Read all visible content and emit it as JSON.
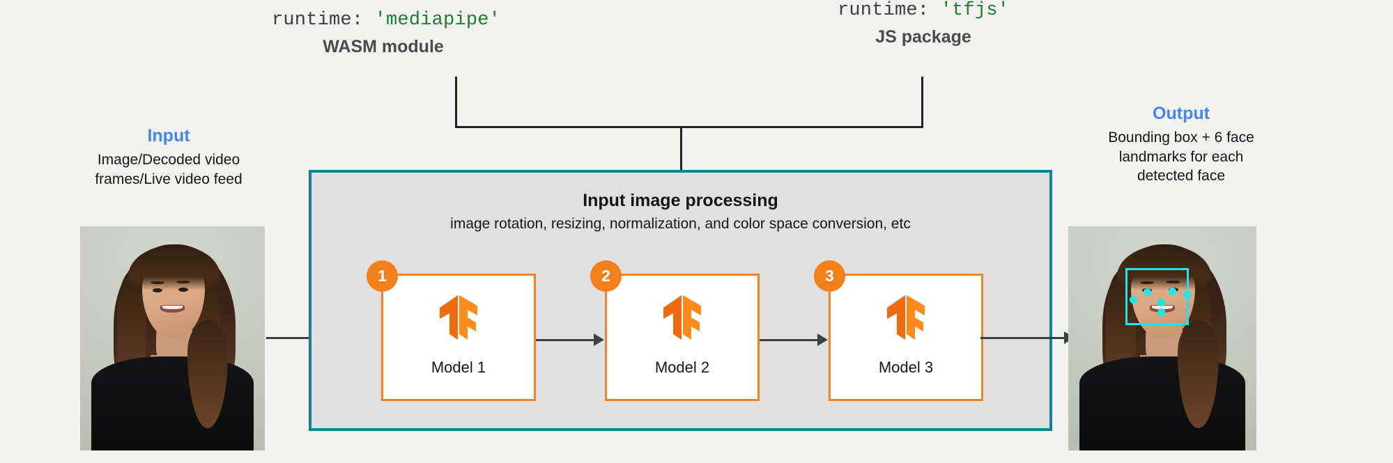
{
  "diagram": {
    "background_color": "#f2f2f1",
    "accent_teal": "#0f8295",
    "accent_orange": "#f58220",
    "accent_blue": "#4285f4",
    "code_green": "#1e7d32"
  },
  "runtimes": [
    {
      "code_prefix": "runtime: ",
      "code_value": "'mediapipe'",
      "label": "WASM module"
    },
    {
      "code_prefix": "runtime: ",
      "code_value": "'tfjs'",
      "label": "JS package"
    }
  ],
  "input": {
    "title": "Input",
    "description_line1": "Image/Decoded video",
    "description_line2": "frames/Live video feed",
    "photo_alt": "portrait-photo-input"
  },
  "output": {
    "title": "Output",
    "description_line1": "Bounding box + 6 face",
    "description_line2": "landmarks for each",
    "description_line3": "detected face",
    "photo_alt": "portrait-photo-output-with-detection",
    "bounding_box_color": "#22e3e8",
    "landmark_count": 6
  },
  "panel": {
    "title": "Input image processing",
    "subtitle": "image rotation, resizing, normalization, and color space conversion, etc"
  },
  "models": [
    {
      "badge": "1",
      "label": "Model 1",
      "logo": "tensorflow-logo"
    },
    {
      "badge": "2",
      "label": "Model 2",
      "logo": "tensorflow-logo"
    },
    {
      "badge": "3",
      "label": "Model 3",
      "logo": "tensorflow-logo"
    }
  ]
}
